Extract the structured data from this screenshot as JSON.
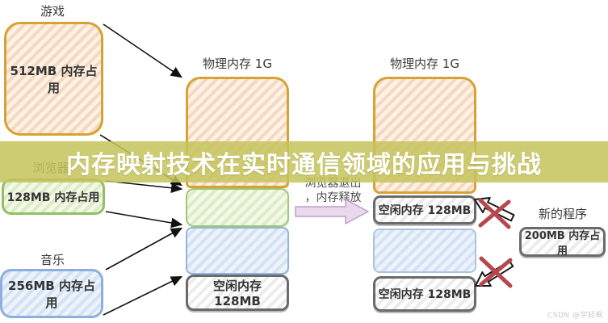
{
  "banner": {
    "title": "内存映射技术在实时通信领域的应用与挑战",
    "bg_color": "#c5c45c"
  },
  "apps": [
    {
      "name": "游戏",
      "usage": "512MB 内存占用",
      "color": "#d6a233"
    },
    {
      "name": "浏览器",
      "usage": "128MB 内存占用",
      "color": "#94be63"
    },
    {
      "name": "音乐",
      "usage": "256MB 内存占用",
      "color": "#8cb0dd"
    }
  ],
  "memory_before": {
    "title": "物理内存 1G",
    "free_label": "空闲内存 128MB"
  },
  "memory_after": {
    "title": "物理内存 1G",
    "free_top": "空闲内存 128MB",
    "free_bottom": "空闲内存 128MB"
  },
  "transition": {
    "line1": "浏览器退出",
    "line2": "，内存释放"
  },
  "new_program": {
    "name": "新的程序",
    "usage": "200MB 内存占用"
  },
  "watermark": "CSDN @宇轻枫",
  "colors": {
    "orange_border": "#d6a233",
    "green_border": "#94be63",
    "blue_border": "#8cb0dd",
    "gray_border": "#6a6a6a",
    "red_x": "#b5494d",
    "release_arrow_fill": "#ead9ec",
    "release_arrow_border": "#b9a0c9",
    "connector": "#111111"
  }
}
